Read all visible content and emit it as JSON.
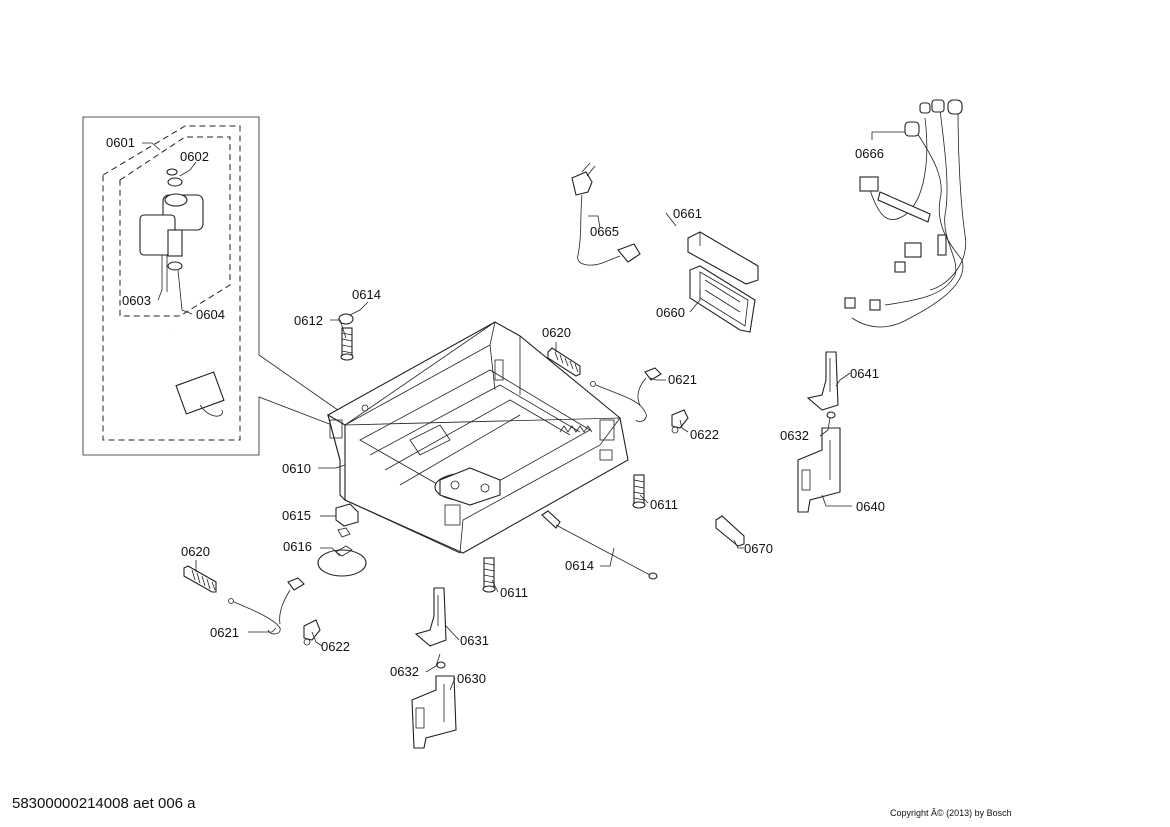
{
  "labels": {
    "l0601": "0601",
    "l0602": "0602",
    "l0603": "0603",
    "l0604": "0604",
    "l0610": "0610",
    "l0611a": "0611",
    "l0611b": "0611",
    "l0612": "0612",
    "l0614a": "0614",
    "l0614b": "0614",
    "l0615": "0615",
    "l0616": "0616",
    "l0620a": "0620",
    "l0620b": "0620",
    "l0621a": "0621",
    "l0621b": "0621",
    "l0622a": "0622",
    "l0622b": "0622",
    "l0630": "0630",
    "l0631": "0631",
    "l0632a": "0632",
    "l0632b": "0632",
    "l0640": "0640",
    "l0641": "0641",
    "l0660": "0660",
    "l0661": "0661",
    "l0665": "0665",
    "l0666": "0666",
    "l0670": "0670"
  },
  "footer": {
    "document_id": "58300000214008 aet 006 a",
    "copyright": "Copyright Â© (2013) by Bosch"
  }
}
